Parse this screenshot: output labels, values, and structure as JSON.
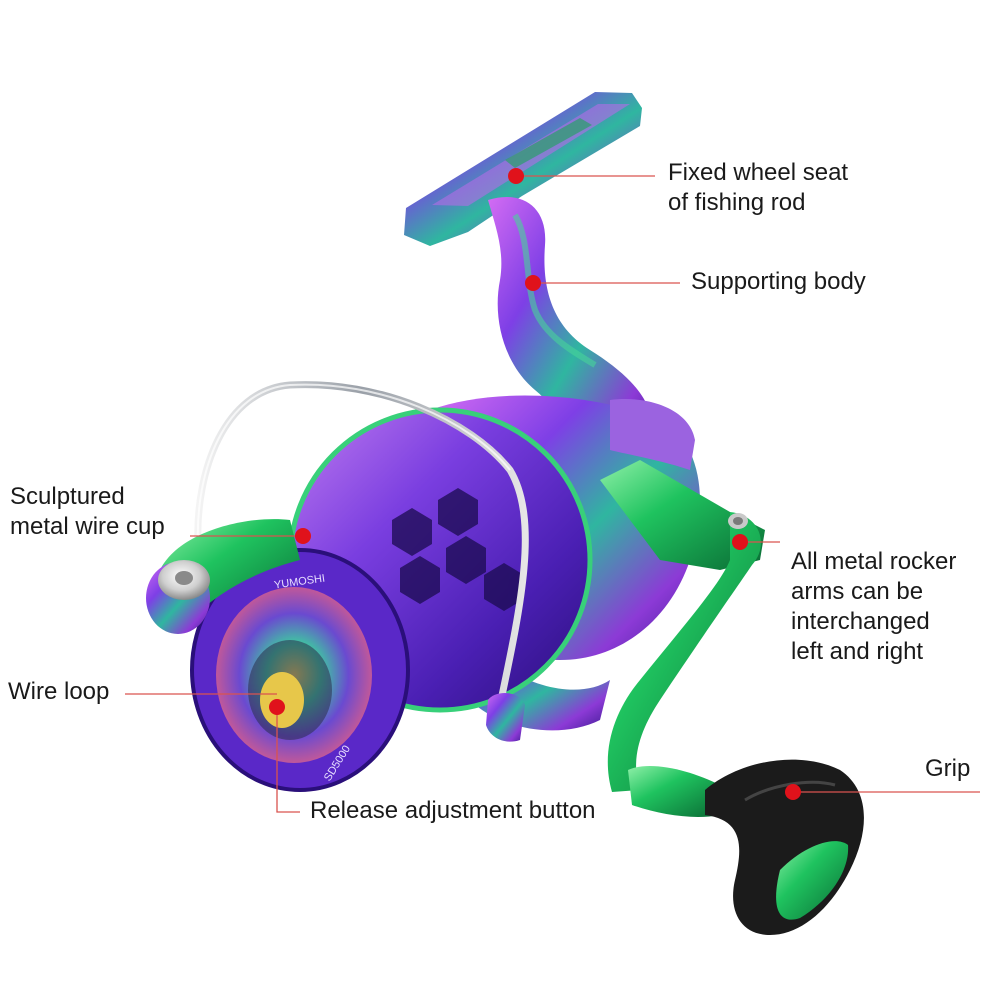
{
  "callouts": {
    "fixed_wheel_seat": "Fixed wheel seat\nof fishing rod",
    "supporting_body": "Supporting body",
    "sculptured_cup": "Sculptured\nmetal wire cup",
    "rocker_arms": "All metal rocker\narms can be\ninterchanged\nleft and right",
    "wire_loop": "Wire loop",
    "grip": "Grip",
    "release_button": "Release adjustment button"
  },
  "spool_text": {
    "brand": "YUMOSHI",
    "model": "SD5000"
  },
  "colors": {
    "leader_line": "#d9534f",
    "marker_dot": "#e0121b",
    "purple": "#6a2fd6",
    "green": "#1fb35a",
    "grip_black": "#1b1b1b"
  }
}
